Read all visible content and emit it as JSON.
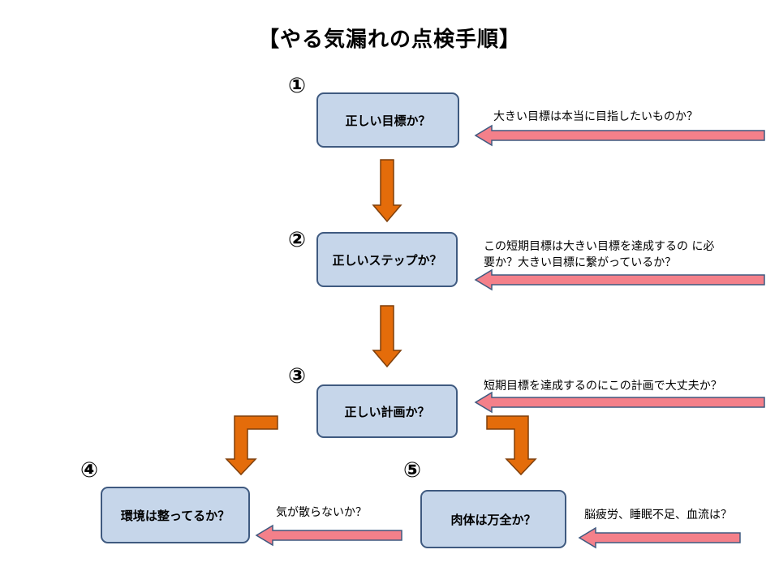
{
  "title": "【やる気漏れの点検手順】",
  "colors": {
    "box_fill": "#c6d6ea",
    "box_border": "#3f5a80",
    "flow_arrow": "#e46c0a",
    "flow_arrow_border": "#7f3f0a",
    "input_arrow": "#f4808a",
    "input_arrow_border": "#3f5a80"
  },
  "steps": [
    {
      "number": "①",
      "label": "正しい目標か？",
      "note": "大きい目標は本当に目指したいものか？"
    },
    {
      "number": "②",
      "label": "正しいステップか？",
      "note_lines": [
        "この短期目標は大きい目標を達成するの に必",
        "要か？大きい目標に繋がっているか？"
      ]
    },
    {
      "number": "③",
      "label": "正しい計画か？",
      "note": "短期目標を達成するのにこの計画で大丈夫か？"
    },
    {
      "number": "④",
      "label": "環境は整ってるか？",
      "note": "気が散らないか？"
    },
    {
      "number": "⑤",
      "label": "肉体は万全か？",
      "note": "脳疲労、睡眠不足、血流は？"
    }
  ]
}
